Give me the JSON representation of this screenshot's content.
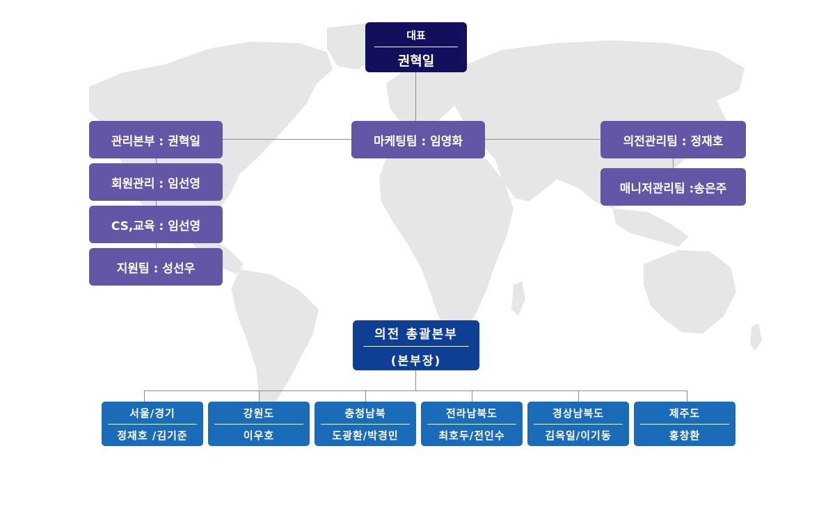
{
  "ceo": {
    "title": "대표",
    "name": "권혁일"
  },
  "teams": {
    "management": "관리본부 :  권혁일",
    "membership": "회원관리 : 임선영",
    "cs_education": "CS,교육 : 임선영",
    "support": "지원팀 : 성선우",
    "marketing": "마케팅팀 : 임영화",
    "uniform_management": "의전관리팀  : 정재호",
    "manager_management": "매니저관리팀 :송은주"
  },
  "hq": {
    "title": "의전 총괄본부",
    "subtitle": "(본부장)"
  },
  "regions": [
    {
      "name": "서울/경기",
      "head": "정재호 /김기준"
    },
    {
      "name": "강원도",
      "head": "이우호"
    },
    {
      "name": "충청남북",
      "head": "도광환/박경민"
    },
    {
      "name": "전라남북도",
      "head": "최호두/전인수"
    },
    {
      "name": "경상남북도",
      "head": "김옥일/이기동"
    },
    {
      "name": "제주도",
      "head": "홍창환"
    }
  ],
  "colors": {
    "ceo": "#12105c",
    "team": "#6456a6",
    "hq": "#0e3f95",
    "region": "#1a6bb8",
    "map": "#e6e6e6",
    "connector": "#8a8a8a"
  }
}
